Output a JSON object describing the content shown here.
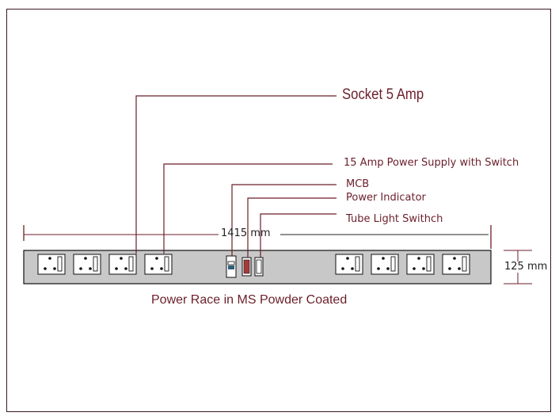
{
  "diagram": {
    "labels": {
      "socket": "Socket 5 Amp",
      "power_supply": "15 Amp Power Supply with Switch",
      "mcb": "MCB",
      "power_indicator": "Power Indicator",
      "tube_light_switch": "Tube Light Swithch",
      "length": "1415 mm",
      "height": "125 mm",
      "caption": "Power Race in MS Powder Coated"
    },
    "colors": {
      "leader_line": "#6b1f2a",
      "text": "#6b1f2a",
      "panel": "#c8c8c8",
      "indicator": "#a63a3a",
      "mcb_accent": "#2e5f78"
    },
    "left_socket_count": 4,
    "right_socket_count": 4
  }
}
